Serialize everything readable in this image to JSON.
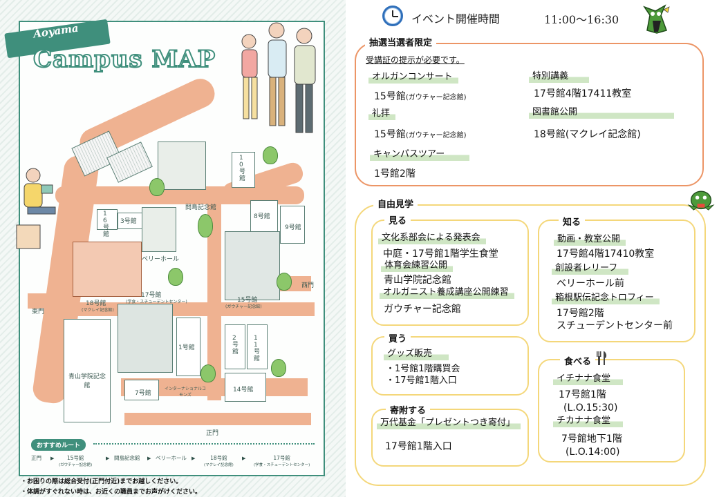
{
  "map": {
    "banner": "Aoyama",
    "title": "Campus MAP",
    "buildings": {
      "b10": "10号館",
      "b16": "16号館",
      "b3": "3号館",
      "majima": "間島記念館",
      "b8": "8号館",
      "b9": "9号館",
      "berry": "ベリーホール",
      "b18": "18号館",
      "b18_sub": "(マクレイ記念館)",
      "b17": "17号館",
      "b17_sub": "(学食・スチューデントセンター)",
      "b15": "15号館",
      "b15_sub": "(ガウチャー記念館)",
      "b1": "1号館",
      "b2": "2号館",
      "b11": "11号館",
      "aogaku": "青山学院記念館",
      "b7": "7号館",
      "intl_commons": "インターナショナルコモンズ",
      "b14": "14号館"
    },
    "gates": {
      "east": "東門",
      "west": "西門",
      "main": "正門"
    },
    "route": {
      "badge": "おすすめルート",
      "steps": [
        {
          "label": "正門",
          "sub": ""
        },
        {
          "label": "15号館",
          "sub": "(ガウチャー記念館)"
        },
        {
          "label": "間島記念館",
          "sub": ""
        },
        {
          "label": "ベリーホール",
          "sub": ""
        },
        {
          "label": "18号館",
          "sub": "(マクレイ記念館)"
        },
        {
          "label": "17号館",
          "sub": "(学食・スチューデントセンター)"
        }
      ]
    },
    "notes": [
      "・お困りの際は総合受付(正門付近)までお越しください。",
      "・体調がすぐれない時は、お近くの職員までお声がけください。"
    ]
  },
  "header": {
    "label": "イベント開催時間",
    "time": "11:00〜16:30"
  },
  "lottery": {
    "title": "抽選当選者限定",
    "note": "受講証の提示が必要です。",
    "items": {
      "organ": {
        "label": "オルガンコンサート",
        "place": "15号館",
        "place_sub": "(ガウチャー記念館)"
      },
      "worship": {
        "label": "礼拝",
        "place": "15号館",
        "place_sub": "(ガウチャー記念館)"
      },
      "tour": {
        "label": "キャンパスツアー",
        "place": "1号館2階"
      },
      "lecture": {
        "label": "特別講義",
        "place": "17号館4階17411教室"
      },
      "library": {
        "label": "図書館公開",
        "place": "18号館(マクレイ記念館)"
      }
    }
  },
  "free": {
    "title": "自由見学",
    "see": {
      "title": "見る",
      "culture": {
        "label": "文化系部会による発表会",
        "place": "中庭・17号館1階学生食堂"
      },
      "sports": {
        "label": "体育会練習公開",
        "place": "青山学院記念館"
      },
      "organist": {
        "label": "オルガニスト養成講座公開練習",
        "place": "ガウチャー記念館"
      }
    },
    "know": {
      "title": "知る",
      "video": {
        "label": "動画・教室公開",
        "place": "17号館4階17410教室"
      },
      "relief": {
        "label": "創設者レリーフ",
        "place": "ベリーホール前"
      },
      "trophy": {
        "label": "箱根駅伝記念トロフィー",
        "place1": "17号館2階",
        "place2": "スチューデントセンター前"
      }
    },
    "buy": {
      "title": "買う",
      "goods": {
        "label": "グッズ販売",
        "place1": "・1号館1階購買会",
        "place2": "・17号館1階入口"
      }
    },
    "eat": {
      "title": "食べる",
      "ichinana": {
        "label": "イチナナ食堂",
        "place1": "17号館1階",
        "place2": "(L.O.15:30)"
      },
      "chikanana": {
        "label": "チカナナ食堂",
        "place1": "7号館地下1階",
        "place2": "(L.O.14:00)"
      }
    },
    "donate": {
      "title": "寄附する",
      "fund": {
        "label": "万代基金「プレゼントつき寄付」",
        "place": "17号館1階入口"
      }
    }
  }
}
